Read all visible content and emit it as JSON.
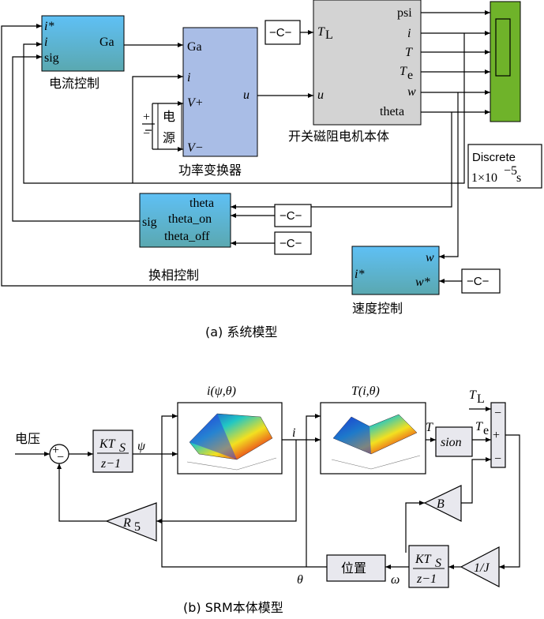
{
  "top": {
    "current_ctrl": {
      "ports_in": [
        "i*",
        "i",
        "sig"
      ],
      "port_out": "Ga",
      "label": "电流控制"
    },
    "power_conv": {
      "ports_in": [
        "Ga",
        "i",
        "V+",
        "V−"
      ],
      "port_out": "u",
      "label": "功率变换器"
    },
    "supply": {
      "label_1": "电",
      "label_2": "源",
      "plus": "+",
      "minus": "−"
    },
    "const_TL": "−C−",
    "motor": {
      "port_TL": "T",
      "port_TL_sub": "L",
      "port_u": "u",
      "outputs": [
        "psi",
        "i",
        "T",
        "T",
        "w",
        "theta"
      ],
      "Te_sub": "e",
      "label": "开关磁阻电机本体"
    },
    "discrete": {
      "line1": "Discrete",
      "line2_a": "1×10",
      "line2_exp": "−5",
      "line2_b": " s"
    },
    "commutation": {
      "port_out": "sig",
      "ports_in": [
        "theta",
        "theta_on",
        "theta_off"
      ],
      "label": "换相控制",
      "const": "−C−"
    },
    "speed": {
      "port_out": "i*",
      "ports_in": [
        "w",
        "w*"
      ],
      "label": "速度控制",
      "const": "−C−"
    },
    "caption": "(a) 系统模型"
  },
  "bottom": {
    "input_label": "电压",
    "sum_plus": "+",
    "sum_minus": "−",
    "integ_num": "KT",
    "integ_num_sub": "S",
    "integ_den": "z−1",
    "psi": "ψ",
    "lut1_title": "i(ψ,θ)",
    "lut2_title": "T(i,θ)",
    "i_label": "i",
    "T_label": "T",
    "sion": "sion",
    "TL": "T",
    "TL_sub": "L",
    "Te": "T",
    "Te_sub": "e",
    "sum2_plus": "+",
    "sum2_minus": "−",
    "B": "B",
    "R5": "R",
    "R5_sub": "5",
    "invJ": "1/J",
    "integ2_num": "KT",
    "integ2_num_sub": "S",
    "integ2_den": "z−1",
    "position": "位置",
    "omega": "ω",
    "theta": "θ",
    "caption": "(b) SRM本体模型"
  }
}
